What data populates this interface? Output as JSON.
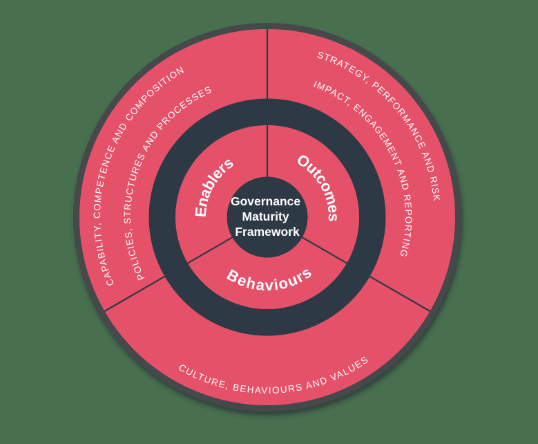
{
  "colors": {
    "background": "#48704F",
    "ring_red": "#E6516A",
    "ring_navy": "#2D3A45",
    "border_gray": "#45484B",
    "text_white": "#FFFFFF"
  },
  "center": {
    "title_lines": [
      "Governance",
      "Maturity",
      "Framework"
    ]
  },
  "inner_ring": {
    "segments": [
      {
        "label": "Enablers"
      },
      {
        "label": "Outcomes"
      },
      {
        "label": "Behaviours"
      }
    ]
  },
  "outer_ring": {
    "segments": [
      {
        "segment": "Enablers",
        "lines": [
          "CAPABILITY, COMPETENCE AND COMPOSITION",
          "POLICIES, STRUCTURES AND PROCESSES"
        ]
      },
      {
        "segment": "Outcomes",
        "lines": [
          "STRATEGY, PERFORMANCE AND RISK",
          "IMPACT, ENGAGEMENT AND REPORTING"
        ]
      },
      {
        "segment": "Behaviours",
        "lines": [
          "CULTURE, BEHAVIOURS AND VALUES"
        ]
      }
    ]
  }
}
